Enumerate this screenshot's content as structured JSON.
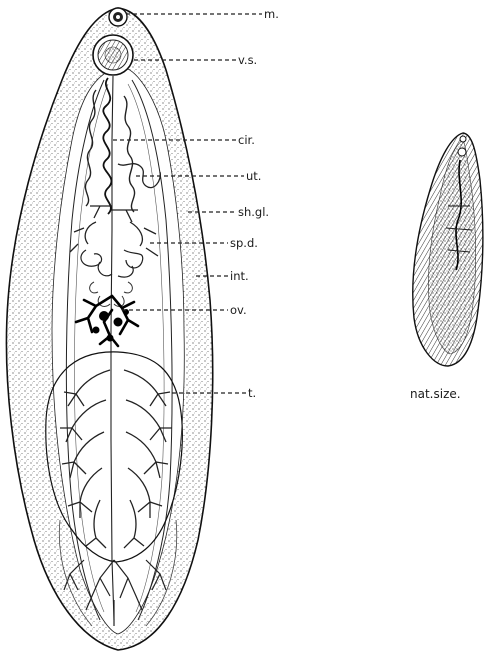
{
  "labels": {
    "mouth": "m.",
    "ventral_sucker": "v.s.",
    "cirrus": "cir.",
    "uterus": "ut.",
    "shell_gland": "sh.gl.",
    "sperm_duct": "sp.d.",
    "intestine": "int.",
    "ovary": "ov.",
    "testis": "t."
  },
  "caption": {
    "natural_size": "nat.size."
  },
  "colors": {
    "ink": "#1a1a1a",
    "paper": "#ffffff"
  }
}
